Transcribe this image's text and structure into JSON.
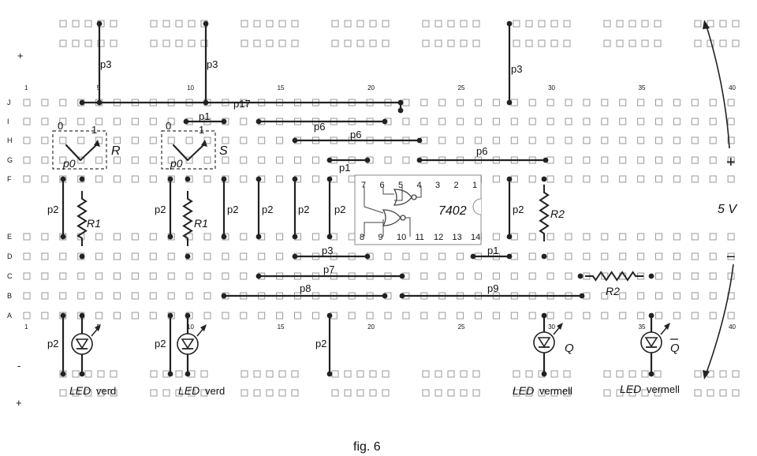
{
  "caption": "fig. 6",
  "supply": {
    "plus": "+",
    "voltage": "5 V",
    "minus": "−"
  },
  "rail_signs": {
    "top": "+",
    "middle": "-",
    "bottom": "+"
  },
  "row_letters": [
    "J",
    "I",
    "H",
    "G",
    "F",
    "E",
    "D",
    "C",
    "B",
    "A"
  ],
  "column_numbers": [
    "1",
    "5",
    "10",
    "15",
    "20",
    "25",
    "30",
    "35",
    "40"
  ],
  "ic": {
    "name": "7402",
    "pins_top": [
      "7",
      "6",
      "5",
      "4",
      "3",
      "2",
      "1"
    ],
    "pins_bottom": [
      "8",
      "9",
      "10",
      "11",
      "12",
      "13",
      "14"
    ]
  },
  "switches": [
    {
      "name": "R",
      "off": "0",
      "on": "1",
      "common": "p0"
    },
    {
      "name": "S",
      "off": "0",
      "on": "1",
      "common": "p0"
    }
  ],
  "resistors": [
    "R1",
    "R1",
    "R2",
    "R2"
  ],
  "leds": [
    {
      "label": "LED",
      "color_word": "verd"
    },
    {
      "label": "LED",
      "color_word": "verd"
    },
    {
      "label": "LED",
      "color_word": "vermell",
      "output": "Q"
    },
    {
      "label": "LED",
      "color_word": "vermell",
      "output": "Q"
    }
  ],
  "wire_labels": {
    "p3": "p3",
    "p17": "p17",
    "p1": "p1",
    "p6": "p6",
    "p2": "p2",
    "p7": "p7",
    "p8": "p8",
    "p9": "p9"
  }
}
